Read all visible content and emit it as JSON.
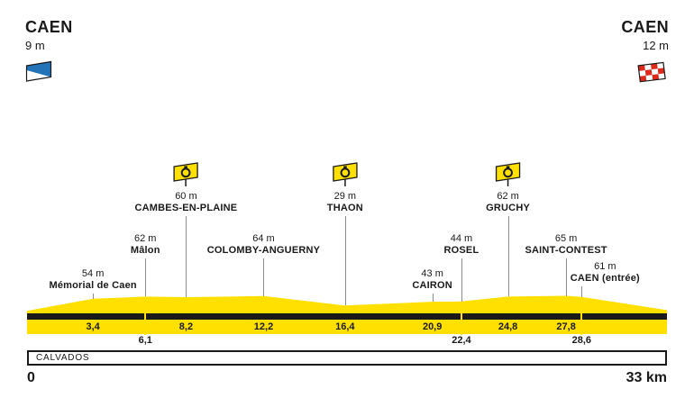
{
  "colors": {
    "yellow": "#FFE000",
    "black": "#1a1a1a",
    "line_grey": "#8c8c8c",
    "start_flag_blue": "#2273B8",
    "finish_flag_red": "#DD2A1B"
  },
  "header": {
    "start": {
      "name": "CAEN",
      "elevation": "9 m",
      "icon": "start-flag-icon"
    },
    "finish": {
      "name": "CAEN",
      "elevation": "12 m",
      "icon": "checkered-finish-flag-icon"
    }
  },
  "footer": {
    "region": "CALVADOS",
    "scale_start": "0",
    "scale_end": "33 km"
  },
  "waypoints": [
    {
      "km": 3.4,
      "km_label": "3,4",
      "km_row": 1,
      "elevation_label": "54 m",
      "elevation_m": 54,
      "name": "Mémorial de Caen",
      "level": "low",
      "icon": false,
      "label_dx": 0
    },
    {
      "km": 6.1,
      "km_label": "6,1",
      "km_row": 2,
      "elevation_label": "62 m",
      "elevation_m": 62,
      "name": "Mâlon",
      "level": "mid",
      "icon": false,
      "label_dx": 0
    },
    {
      "km": 8.2,
      "km_label": "8,2",
      "km_row": 1,
      "elevation_label": "60 m",
      "elevation_m": 60,
      "name": "CAMBES-EN-PLAINE",
      "level": "high",
      "icon": true,
      "label_dx": 0
    },
    {
      "km": 12.2,
      "km_label": "12,2",
      "km_row": 1,
      "elevation_label": "64 m",
      "elevation_m": 64,
      "name": "COLOMBY-ANGUERNY",
      "level": "mid",
      "icon": false,
      "label_dx": 0
    },
    {
      "km": 16.4,
      "km_label": "16,4",
      "km_row": 1,
      "elevation_label": "29 m",
      "elevation_m": 29,
      "name": "THAON",
      "level": "high",
      "icon": true,
      "label_dx": 0
    },
    {
      "km": 20.9,
      "km_label": "20,9",
      "km_row": 1,
      "elevation_label": "43 m",
      "elevation_m": 43,
      "name": "CAIRON",
      "level": "low",
      "icon": false,
      "label_dx": 0
    },
    {
      "km": 22.4,
      "km_label": "22,4",
      "km_row": 2,
      "elevation_label": "44 m",
      "elevation_m": 44,
      "name": "ROSEL",
      "level": "mid",
      "icon": false,
      "label_dx": 0
    },
    {
      "km": 24.8,
      "km_label": "24,8",
      "km_row": 1,
      "elevation_label": "62 m",
      "elevation_m": 62,
      "name": "GRUCHY",
      "level": "high",
      "icon": true,
      "label_dx": 0
    },
    {
      "km": 27.8,
      "km_label": "27,8",
      "km_row": 1,
      "elevation_label": "65 m",
      "elevation_m": 65,
      "name": "SAINT-CONTEST",
      "level": "mid",
      "icon": false,
      "label_dx": 0
    },
    {
      "km": 28.6,
      "km_label": "28,6",
      "km_row": 2,
      "elevation_label": "61 m",
      "elevation_m": 61,
      "name": "CAEN (entrée)",
      "level": "lowish",
      "icon": false,
      "label_dx": 26
    }
  ],
  "chart_data": {
    "type": "area",
    "x": [
      0,
      3.4,
      6.1,
      8.2,
      12.2,
      16.4,
      20.9,
      22.4,
      24.8,
      27.8,
      28.6,
      33
    ],
    "elevation_m": [
      9,
      54,
      62,
      60,
      64,
      29,
      43,
      44,
      62,
      65,
      61,
      12
    ],
    "point_names": [
      "CAEN",
      "Mémorial de Caen",
      "Mâlon",
      "CAMBES-EN-PLAINE",
      "COLOMBY-ANGUERNY",
      "THAON",
      "CAIRON",
      "ROSEL",
      "GRUCHY",
      "SAINT-CONTEST",
      "CAEN (entrée)",
      "CAEN"
    ],
    "time_check_km": [
      8.2,
      16.4,
      24.8
    ],
    "xlim": [
      0,
      33
    ],
    "x_unit": "km",
    "y_unit": "m",
    "grid": false,
    "legend": false,
    "fill_color": "#FFE000"
  }
}
